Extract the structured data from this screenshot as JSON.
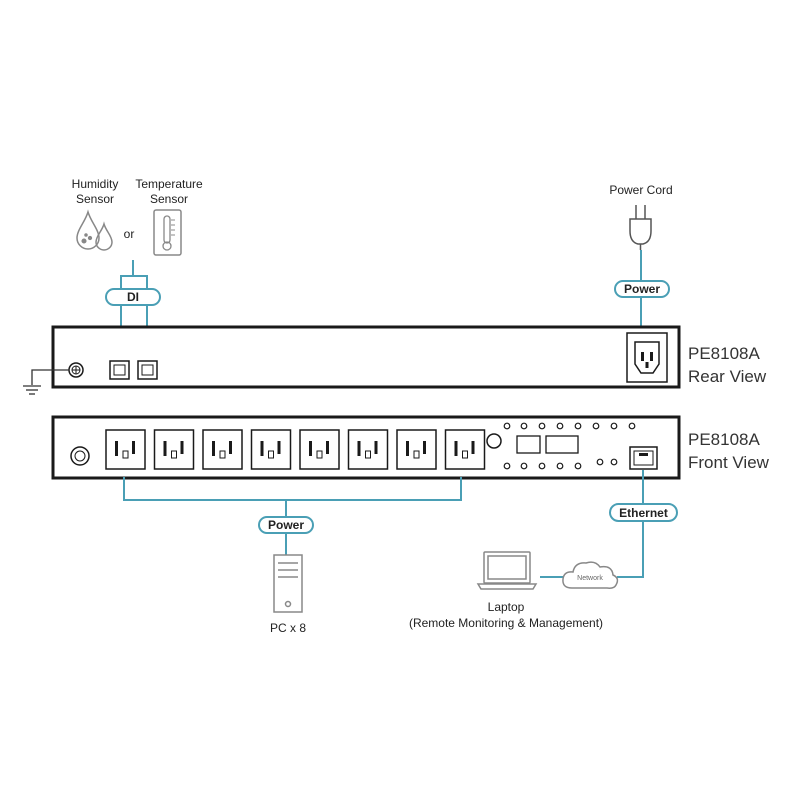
{
  "labels": {
    "humidity_line1": "Humidity",
    "humidity_line2": "Sensor",
    "or": "or",
    "temperature_line1": "Temperature",
    "temperature_line2": "Sensor",
    "power_cord": "Power Cord",
    "pc": "PC x 8",
    "laptop_line1": "Laptop",
    "laptop_line2": "(Remote Monitoring & Management)",
    "network": "Network"
  },
  "pills": {
    "di": "DI",
    "power_rear": "Power",
    "power_front": "Power",
    "ethernet": "Ethernet"
  },
  "views": {
    "rear_model": "PE8108A",
    "rear_label": "Rear View",
    "front_model": "PE8108A",
    "front_label": "Front View"
  },
  "colors": {
    "accent": "#4a9fb5",
    "line": "#4a9fb5",
    "device": "#1a1a1a",
    "grey": "#888888"
  },
  "icons": {
    "humidity": "water-drops-icon",
    "temperature": "thermometer-icon",
    "power_plug": "power-plug-icon",
    "ground": "ground-icon",
    "pc": "pc-tower-icon",
    "laptop": "laptop-icon",
    "network": "cloud-icon"
  }
}
